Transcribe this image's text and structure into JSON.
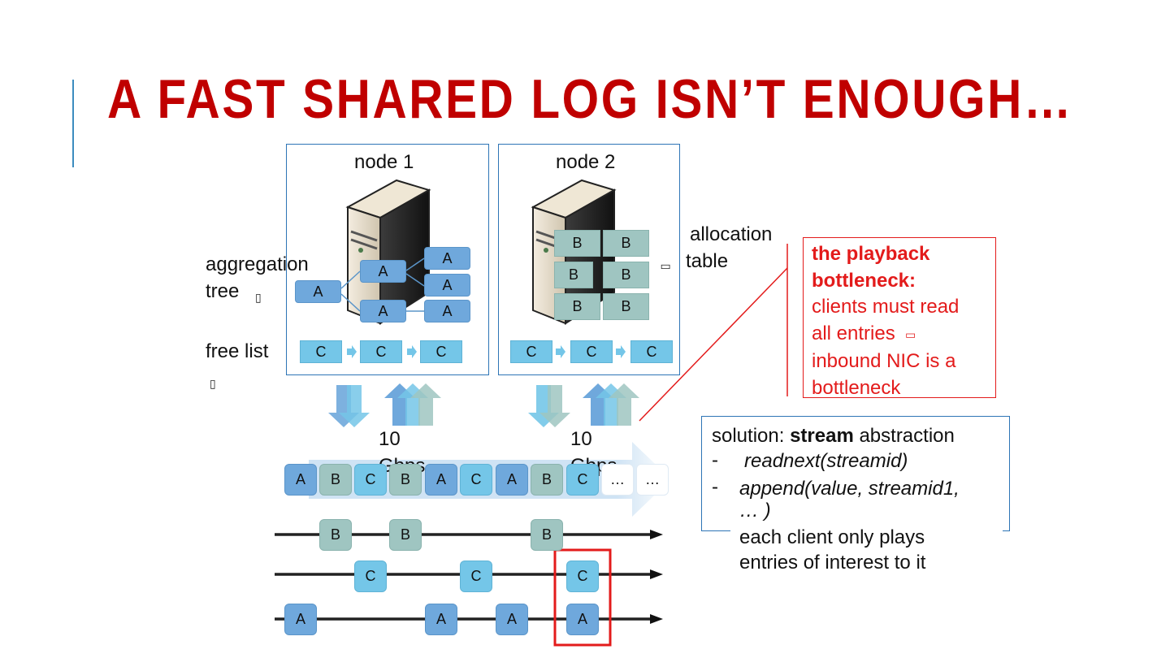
{
  "slide": {
    "title": "A Fast Shared Log Isn’t Enough…",
    "accent_color": "#c00000",
    "frame_color": "#2e75b6"
  },
  "nodes": [
    {
      "label": "node 1"
    },
    {
      "label": "node 2"
    }
  ],
  "labels": {
    "aggregation_tree_l1": "aggregation",
    "aggregation_tree_l2": "tree",
    "free_list": "free list",
    "allocation_table_l1": "allocation",
    "allocation_table_l2": "table",
    "bandwidth_1_l1": "10",
    "bandwidth_1_l2": "Gbps",
    "bandwidth_2_l1": "10",
    "bandwidth_2_l2": "Gbps",
    "glyph": "▯"
  },
  "tree_boxes": {
    "root": "A",
    "mid": [
      "A",
      "A"
    ],
    "leaves": [
      "A",
      "A",
      "A"
    ]
  },
  "alloc_grid": [
    "B",
    "B",
    "B",
    "B",
    "B",
    "B"
  ],
  "free_list_1": [
    "C",
    "C",
    "C"
  ],
  "free_list_2": [
    "C",
    "C",
    "C"
  ],
  "log_entries": [
    "A",
    "B",
    "C",
    "B",
    "A",
    "C",
    "A",
    "B",
    "C",
    "…",
    "…"
  ],
  "streams": {
    "B": [
      "B",
      "B",
      "B"
    ],
    "C": [
      "C",
      "C",
      "C"
    ],
    "A": [
      "A",
      "A",
      "A",
      "A"
    ]
  },
  "callout": {
    "heading": "the playback bottleneck",
    "colon": ":",
    "line1": "clients must read",
    "line2": "all entries",
    "line3": "inbound NIC is a",
    "line4": "bottleneck",
    "color": "#e31b1b"
  },
  "solution": {
    "prefix": "solution: ",
    "bold": "stream",
    "suffix": " abstraction",
    "bullet1": "readnext(streamid)",
    "bullet2": "append(value, streamid1,",
    "bullet2b": "… )",
    "footer1": "each client only plays",
    "footer2": "entries of interest to it",
    "dash": "-"
  }
}
